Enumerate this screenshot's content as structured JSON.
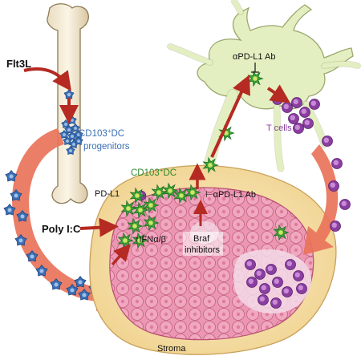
{
  "labels": {
    "flt3l": "Flt3L",
    "cd103_dc_progenitors_line1": "CD103",
    "cd103_dc_progenitors_sup": "+",
    "cd103_dc_progenitors_line1b": "DC",
    "cd103_dc_progenitors_line2": "progenitors",
    "cd103_dc_main": "CD103",
    "cd103_dc_main_sup": "+",
    "cd103_dc_main_b": "DC",
    "pd_l1": "PD-L1",
    "anti_pdl1_tumor": "⊢αPD-L1 Ab",
    "poly_ic": "Poly I:C",
    "ifn": "↑IFNα/β",
    "braf_line1": "Braf",
    "braf_line2": "inhibitors",
    "anti_pdl1_lymph": "αPD-L1 Ab",
    "t_cells": "T cells",
    "stroma": "Stroma"
  },
  "colors": {
    "progenitor_blue": "#3b6fb5",
    "dc_green": "#3aa43a",
    "tcell_purple": "#8a3fa0",
    "tumor_pink": "#e68aa8",
    "stroma_tan": "#f3dca0",
    "arrow_orange": "#e9735a",
    "arrow_red": "#b52a22",
    "lymph_node": "#e4efc1"
  },
  "icons": [
    "bone",
    "lymph-node",
    "tumor",
    "dendritic-cell",
    "t-cell",
    "progenitor-cell",
    "migration-arrow"
  ]
}
